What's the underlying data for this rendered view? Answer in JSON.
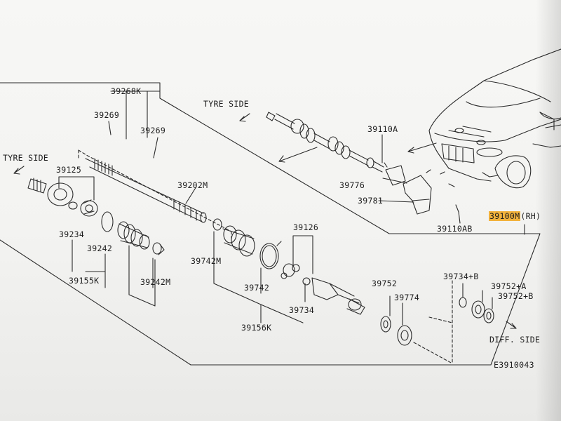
{
  "labels": {
    "p39268k": "39268K",
    "p39269_left": "39269",
    "p39269_right": "39269",
    "tyre_side_top": "TYRE SIDE",
    "tyre_side_left": "TYRE SIDE",
    "p39125": "39125",
    "p39202m": "39202M",
    "p39110a": "39110A",
    "p39776": "39776",
    "p39781": "39781",
    "p39110ab": "39110AB",
    "p39100m": "39100M",
    "p39100m_suffix": "(RH)",
    "p39126": "39126",
    "p39234": "39234",
    "p39242": "39242",
    "p39742m": "39742M",
    "p39155k": "39155K",
    "p39242m": "39242M",
    "p39742": "39742",
    "p39752": "39752",
    "p39774": "39774",
    "p39734b": "39734+B",
    "p39752a": "39752+A",
    "p39752b": "39752+B",
    "p39734": "39734",
    "p39156k": "39156K",
    "diff_side": "DIFF. SIDE",
    "diagram_code": "E3910043"
  },
  "highlight_color": "#f2b23c",
  "ink_color": "#222222"
}
